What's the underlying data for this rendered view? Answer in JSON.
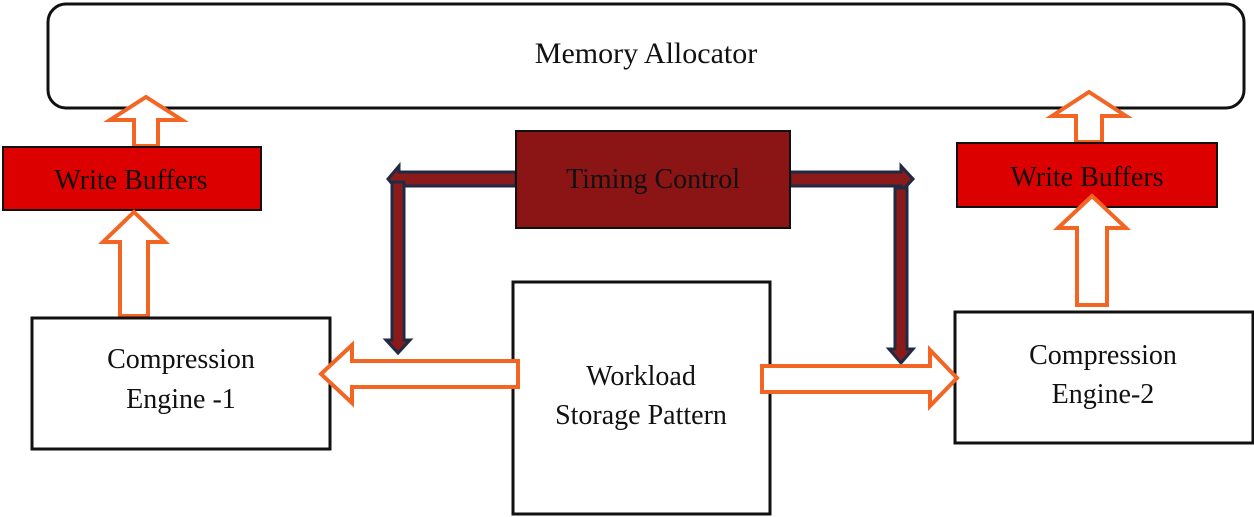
{
  "diagram": {
    "memory_allocator": {
      "label": "Memory Allocator"
    },
    "write_buffers_left": {
      "label": "Write Buffers"
    },
    "write_buffers_right": {
      "label": "Write Buffers"
    },
    "timing_control": {
      "label": "Timing Control"
    },
    "compression_engine_1": {
      "line1": "Compression",
      "line2": "Engine -1"
    },
    "compression_engine_2": {
      "line1": "Compression",
      "line2": "Engine-2"
    },
    "workload_storage_pattern": {
      "line1": "Workload",
      "line2": "Storage Pattern"
    }
  },
  "colors": {
    "buffer_fill": "#dd0000",
    "timing_fill": "#8b1414",
    "hollow_arrow": "#f26522",
    "navy_arrow": "#1f2a44",
    "arrow_core": "#8b1a1a",
    "box_stroke": "#111111"
  }
}
